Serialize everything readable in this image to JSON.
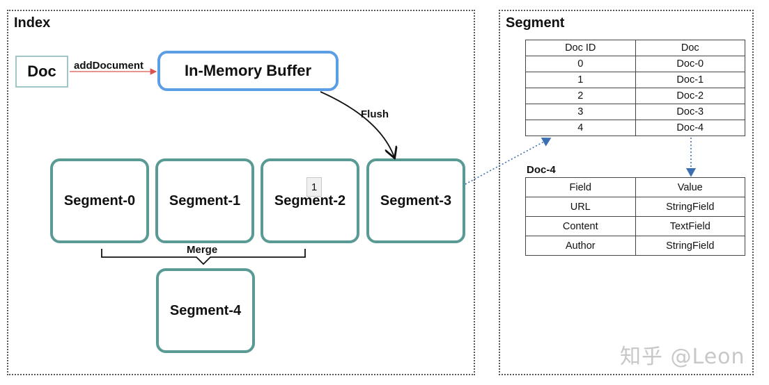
{
  "index": {
    "title": "Index"
  },
  "segment_panel": {
    "title": "Segment"
  },
  "nodes": {
    "doc": "Doc",
    "buffer": "In-Memory Buffer",
    "segments": [
      "Segment-0",
      "Segment-1",
      "Segment-2",
      "Segment-3"
    ],
    "merged": "Segment-4"
  },
  "edges": {
    "add_document": "addDocument",
    "flush": "Flush",
    "merge": "Merge"
  },
  "badge": "1",
  "doc_table": {
    "headers": [
      "Doc ID",
      "Doc"
    ],
    "rows": [
      [
        "0",
        "Doc-0"
      ],
      [
        "1",
        "Doc-1"
      ],
      [
        "2",
        "Doc-2"
      ],
      [
        "3",
        "Doc-3"
      ],
      [
        "4",
        "Doc-4"
      ]
    ]
  },
  "doc4_title": "Doc-4",
  "field_table": {
    "headers": [
      "Field",
      "Value"
    ],
    "rows": [
      [
        "URL",
        "StringField"
      ],
      [
        "Content",
        "TextField"
      ],
      [
        "Author",
        "StringField"
      ]
    ]
  },
  "watermark": "知乎 @Leon",
  "colors": {
    "segment_border": "#5a9a95",
    "buffer_border": "#5b9ee5",
    "doc_border": "#9fc6c4",
    "link_dotted": "#3b6fb0"
  }
}
